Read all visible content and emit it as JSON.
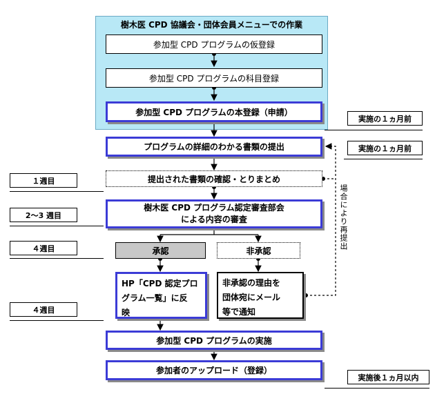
{
  "panel": {
    "title": "樹木医 CPD 協議会・団体会員メニューでの作業"
  },
  "steps": {
    "provisional": "参加型 CPD プログラムの仮登録",
    "subject": "参加型 CPD プログラムの科目登録",
    "main_registration": "参加型 CPD プログラムの本登録（申請）",
    "submit_docs": "プログラムの詳細のわかる書類の提出",
    "review_docs": "提出された書類の確認・とりまとめ",
    "review_line1": "樹木医 CPD プログラム認定審査部会",
    "review_line2": "による内容の審査",
    "approve": "承認",
    "reject": "非承認",
    "hp_line1": "HP「CPD 認定プロ",
    "hp_line2": "グラム一覧」に反",
    "hp_line3": "映",
    "nr_line1": "非承認の理由を",
    "nr_line2": "団体宛にメール",
    "nr_line3": "等で通知",
    "implement": "参加型 CPD プログラムの実施",
    "upload": "参加者のアップロード（登録）"
  },
  "side_labels": {
    "one_month_before_a": "実施の１ヵ月前",
    "one_month_before_b": "実施の１ヵ月前",
    "week1": "１週目",
    "weeks23": "2～3 週目",
    "week4a": "４週目",
    "week4b": "４週目",
    "after": "実施後１ヵ月以内"
  },
  "loop_label": "場合により再提出",
  "colors": {
    "panel": "#b8e8f6",
    "accent_border": "#3b3bd6",
    "gray_fill": "#c8c8c8"
  }
}
